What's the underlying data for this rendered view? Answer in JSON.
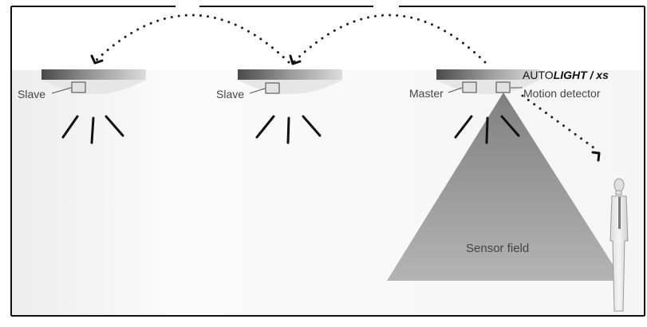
{
  "diagram": {
    "brand": {
      "prefix": "AUTO",
      "emphasis": "LIGHT / xs"
    },
    "labels": {
      "slave_1": "Slave",
      "slave_2": "Slave",
      "master": "Master",
      "motion_detector": "Motion detector",
      "sensor_field": "Sensor field"
    }
  },
  "colors": {
    "frame": "#111111",
    "fixture_dark": "#4a4a4a",
    "fixture_light": "#dcdcdc",
    "reflector": "#e6e6e6",
    "sensor_field": "#9a9a9a",
    "dots": "#222222"
  }
}
